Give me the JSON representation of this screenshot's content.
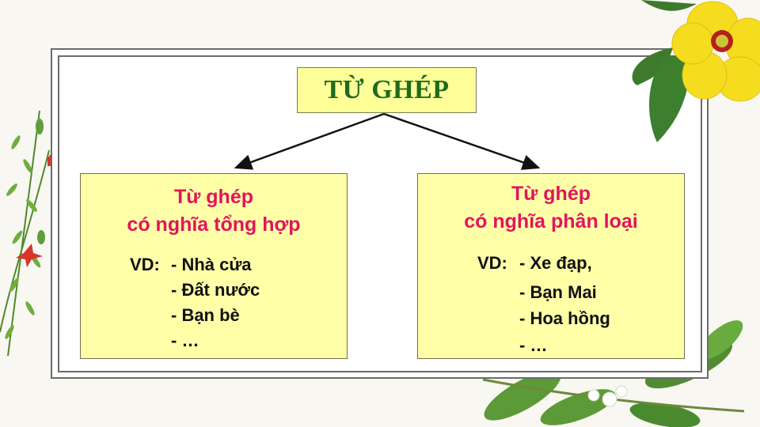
{
  "root": {
    "title": "TỪ GHÉP"
  },
  "branches": [
    {
      "title_line1": "Từ ghép",
      "title_line2": "có nghĩa tổng hợp",
      "example_label": "VD:",
      "examples": [
        "- Nhà cửa",
        "- Đất nước",
        "- Bạn bè",
        "- …"
      ]
    },
    {
      "title_line1": "Từ ghép",
      "title_line2": "có nghĩa phân loại",
      "example_label": "VD:",
      "examples": [
        "- Xe đạp,",
        "- Bạn Mai",
        "- Hoa hồng",
        "- …"
      ]
    }
  ],
  "colors": {
    "root_text": "#1e6b1e",
    "root_fill": "#ffff99",
    "branch_title": "#e0155e",
    "branch_fill": "#ffffa8",
    "background": "#f8f7f2"
  }
}
